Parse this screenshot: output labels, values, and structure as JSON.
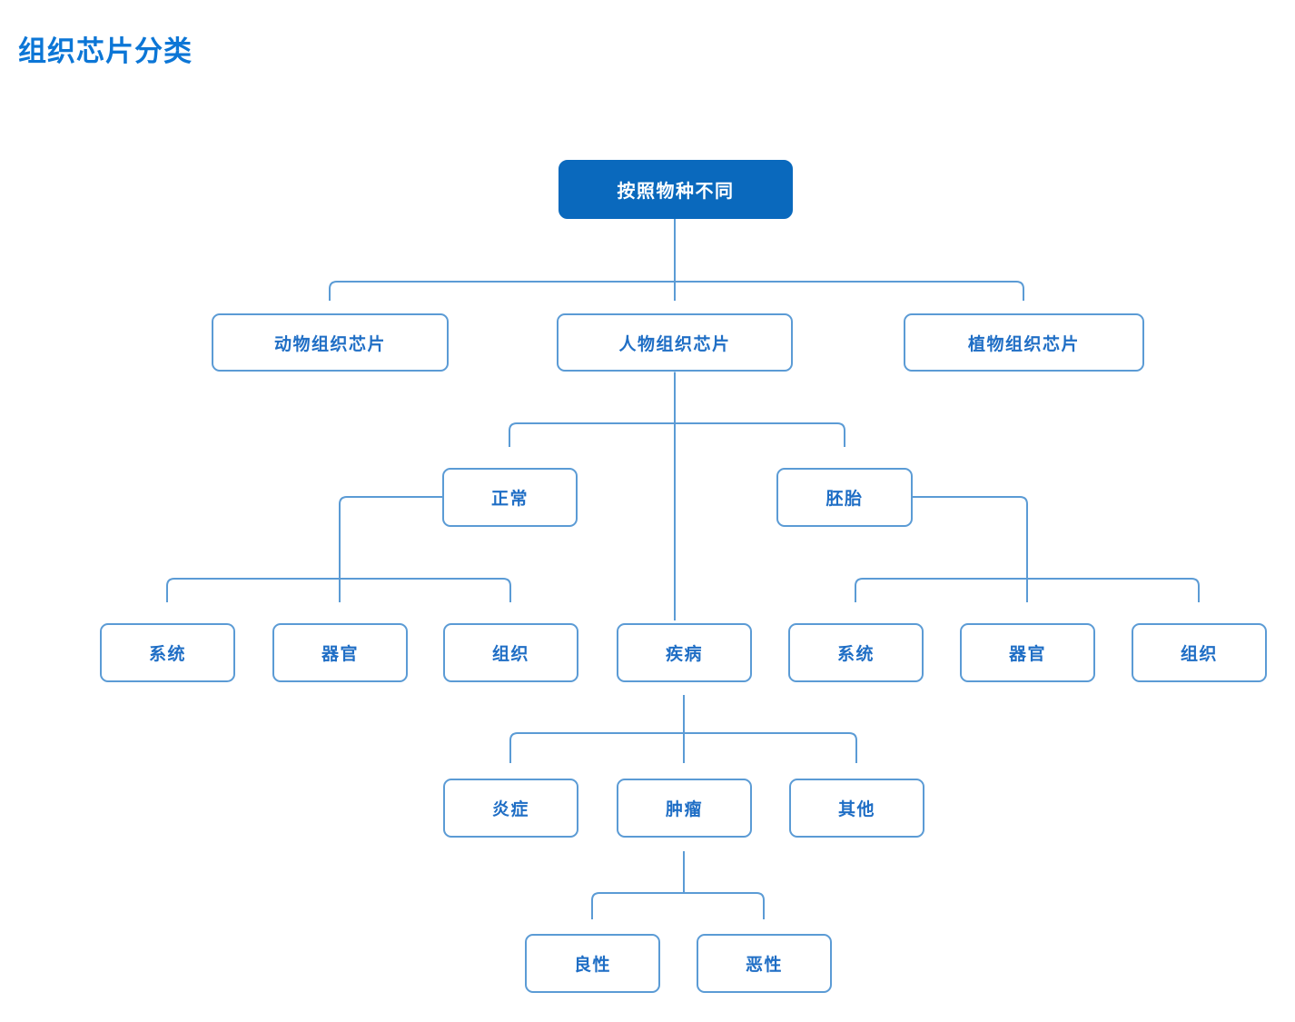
{
  "page_title": "组织芯片分类",
  "colors": {
    "title_text": "#0c76d6",
    "root_fill": "#0a69bd",
    "root_text": "#ffffff",
    "node_border": "#5b9bd5",
    "node_text": "#1f6ec5",
    "connector": "#5b9bd5",
    "background": "#ffffff"
  },
  "tree": {
    "label": "按照物种不同",
    "children": [
      {
        "label": "动物组织芯片"
      },
      {
        "label": "人物组织芯片",
        "children": [
          {
            "label": "正常",
            "children": [
              {
                "label": "系统"
              },
              {
                "label": "器官"
              },
              {
                "label": "组织"
              }
            ]
          },
          {
            "label": "疾病",
            "children": [
              {
                "label": "炎症"
              },
              {
                "label": "肿瘤",
                "children": [
                  {
                    "label": "良性"
                  },
                  {
                    "label": "恶性"
                  }
                ]
              },
              {
                "label": "其他"
              }
            ]
          },
          {
            "label": "胚胎",
            "children": [
              {
                "label": "系统"
              },
              {
                "label": "器官"
              },
              {
                "label": "组织"
              }
            ]
          }
        ]
      },
      {
        "label": "植物组织芯片"
      }
    ]
  }
}
